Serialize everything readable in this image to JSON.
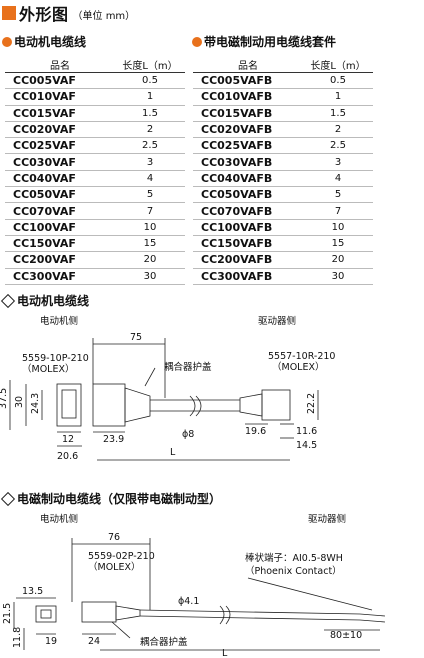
{
  "header": {
    "title": "外形图",
    "unit": "（单位 mm）"
  },
  "table1": {
    "title": "电动机电缆线",
    "col_model": "品名",
    "col_length": "长度L（m）",
    "rows": [
      [
        "CC005VAF",
        "0.5"
      ],
      [
        "CC010VAF",
        "1"
      ],
      [
        "CC015VAF",
        "1.5"
      ],
      [
        "CC020VAF",
        "2"
      ],
      [
        "CC025VAF",
        "2.5"
      ],
      [
        "CC030VAF",
        "3"
      ],
      [
        "CC040VAF",
        "4"
      ],
      [
        "CC050VAF",
        "5"
      ],
      [
        "CC070VAF",
        "7"
      ],
      [
        "CC100VAF",
        "10"
      ],
      [
        "CC150VAF",
        "15"
      ],
      [
        "CC200VAF",
        "20"
      ],
      [
        "CC300VAF",
        "30"
      ]
    ]
  },
  "table2": {
    "title": "带电磁制动用电缆线套件",
    "col_model": "品名",
    "col_length": "长度L（m）",
    "rows": [
      [
        "CC005VAFB",
        "0.5"
      ],
      [
        "CC010VAFB",
        "1"
      ],
      [
        "CC015VAFB",
        "1.5"
      ],
      [
        "CC020VAFB",
        "2"
      ],
      [
        "CC025VAFB",
        "2.5"
      ],
      [
        "CC030VAFB",
        "3"
      ],
      [
        "CC040VAFB",
        "4"
      ],
      [
        "CC050VAFB",
        "5"
      ],
      [
        "CC070VAFB",
        "7"
      ],
      [
        "CC100VAFB",
        "10"
      ],
      [
        "CC150VAFB",
        "15"
      ],
      [
        "CC200VAFB",
        "20"
      ],
      [
        "CC300VAFB",
        "30"
      ]
    ]
  },
  "diagram1": {
    "title": "电动机电缆线",
    "motor_side": "电动机侧",
    "driver_side": "驱动器侧",
    "conn_left": "5559-10P-210",
    "conn_left_maker": "（MOLEX）",
    "conn_right": "5557-10R-210",
    "conn_right_maker": "（MOLEX）",
    "cover": "耦合器护盖",
    "dims": {
      "d75": "75",
      "d37_5": "37.5",
      "d30": "30",
      "d24_3": "24.3",
      "d12": "12",
      "d20_6": "20.6",
      "d23_9": "23.9",
      "phi8": "ϕ8",
      "L": "L",
      "d22_2": "22.2",
      "d19_6": "19.6",
      "d11_6": "11.6",
      "d14_5": "14.5"
    }
  },
  "diagram2": {
    "title": "电磁制动电缆线（仅限带电磁制动型）",
    "motor_side": "电动机侧",
    "driver_side": "驱动器侧",
    "conn_left": "5559-02P-210",
    "conn_left_maker": "（MOLEX）",
    "terminal": "棒状端子：AI0.5-8WH",
    "terminal_maker": "（Phoenix Contact）",
    "cover": "耦合器护盖",
    "dims": {
      "d76": "76",
      "d13_5": "13.5",
      "d21_5": "21.5",
      "d11_8": "11.8",
      "d19": "19",
      "d24": "24",
      "phi4_1": "ϕ4.1",
      "L": "L",
      "d80": "80±10"
    }
  }
}
